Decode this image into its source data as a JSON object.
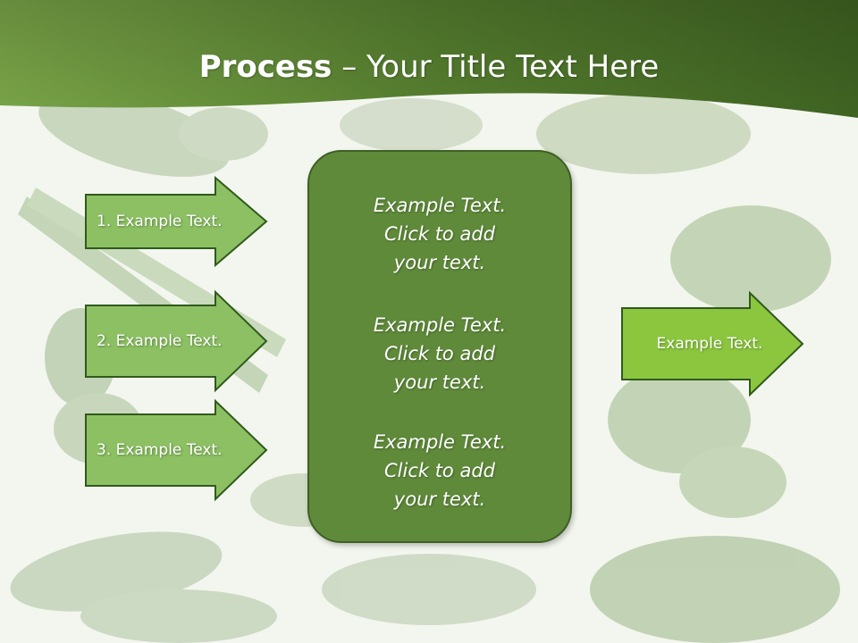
{
  "title": {
    "bold": "Process",
    "rest": " – Your Title Text Here"
  },
  "colors": {
    "banner_dark": "#3f6322",
    "banner_light": "#7aa548",
    "arrow_fill": "#8cc063",
    "arrow_stroke": "#2f5a1c",
    "output_arrow_fill": "#8cc63f",
    "center_box": "#5f8a3a"
  },
  "steps": [
    {
      "label": "1. Example Text."
    },
    {
      "label": "2. Example Text."
    },
    {
      "label": "3. Example Text."
    }
  ],
  "center": {
    "blocks": [
      {
        "line1": "Example Text.",
        "line2": "Click  to add",
        "line3": "your text."
      },
      {
        "line1": "Example Text.",
        "line2": "Click  to add",
        "line3": "your text."
      },
      {
        "line1": "Example Text.",
        "line2": "Click  to add",
        "line3": "your text."
      }
    ]
  },
  "output": {
    "label": "Example Text."
  }
}
